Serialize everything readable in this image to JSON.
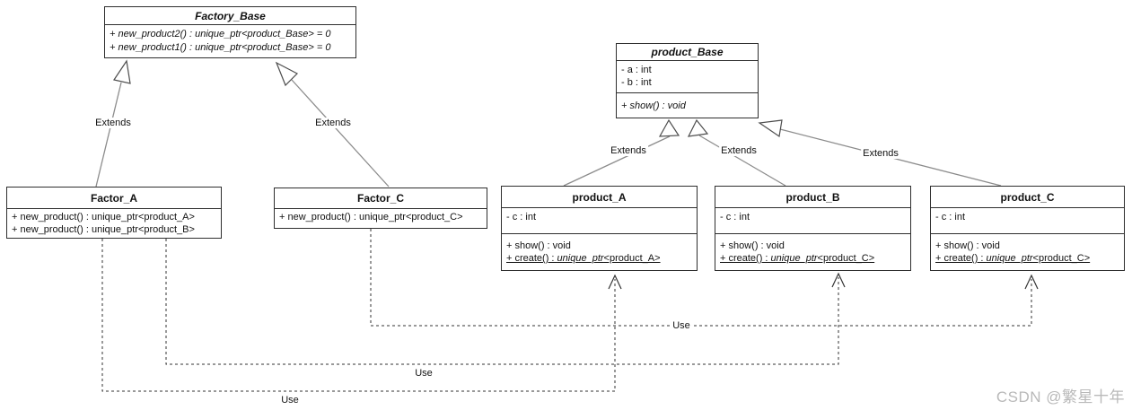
{
  "classes": {
    "factory_base": {
      "title": "Factory_Base",
      "methods": [
        "+ new_product2() : unique_ptr<product_Base> = 0",
        "+ new_product1() : unique_ptr<product_Base> = 0"
      ]
    },
    "product_base": {
      "title": "product_Base",
      "attributes": [
        "- a : int",
        "- b : int"
      ],
      "methods": [
        "+ show() : void"
      ]
    },
    "factor_a": {
      "title": "Factor_A",
      "methods": [
        "+ new_product() : unique_ptr<product_A>",
        "+ new_product() : unique_ptr<product_B>"
      ]
    },
    "factor_c": {
      "title": "Factor_C",
      "methods": [
        "+ new_product() : unique_ptr<product_C>"
      ]
    },
    "product_a": {
      "title": "product_A",
      "attributes": [
        "- c : int"
      ],
      "method_show": "+ show() : void",
      "create_prefix": "+ create() : ",
      "create_italic": "unique_ptr",
      "create_suffix": "<product_A>"
    },
    "product_b": {
      "title": "product_B",
      "attributes": [
        "- c : int"
      ],
      "method_show": "+ show() : void",
      "create_prefix": "+ create() : ",
      "create_italic": "unique_ptr",
      "create_suffix": "<product_C>"
    },
    "product_c": {
      "title": "product_C",
      "attributes": [
        "- c : int"
      ],
      "method_show": "+ show() : void",
      "create_prefix": "+ create() : ",
      "create_italic": "unique_ptr",
      "create_suffix": "<product_C>"
    }
  },
  "edge_labels": {
    "extends": "Extends",
    "use": "Use"
  },
  "watermark": "CSDN @繁星十年",
  "colors": {
    "solid_edge": "#8c8c8c",
    "dashed_edge": "#333333",
    "box_border": "#2e2e2e",
    "watermark": "#b9b9b9"
  }
}
